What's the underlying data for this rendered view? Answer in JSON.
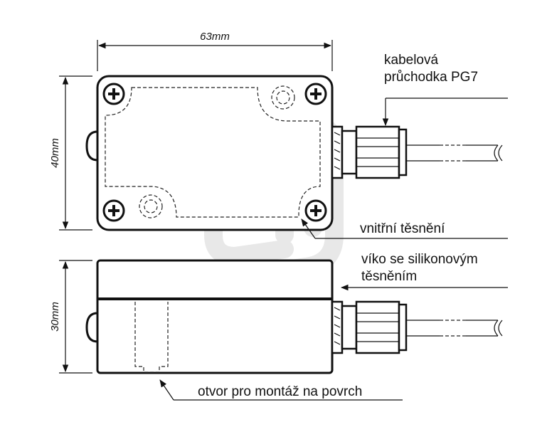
{
  "dimensions": {
    "width": "63mm",
    "height_top_view": "40mm",
    "height_side_view": "30mm"
  },
  "labels": {
    "cable_gland_line1": "kabelová",
    "cable_gland_line2": "průchodka PG7",
    "inner_seal": "vnitřní těsnění",
    "lid_line1": "víko se silikonovým",
    "lid_line2": "těsněním",
    "mounting_hole": "otvor pro montáž na povrch"
  },
  "colors": {
    "line": "#111111",
    "watermark": "#e6e6e6"
  }
}
